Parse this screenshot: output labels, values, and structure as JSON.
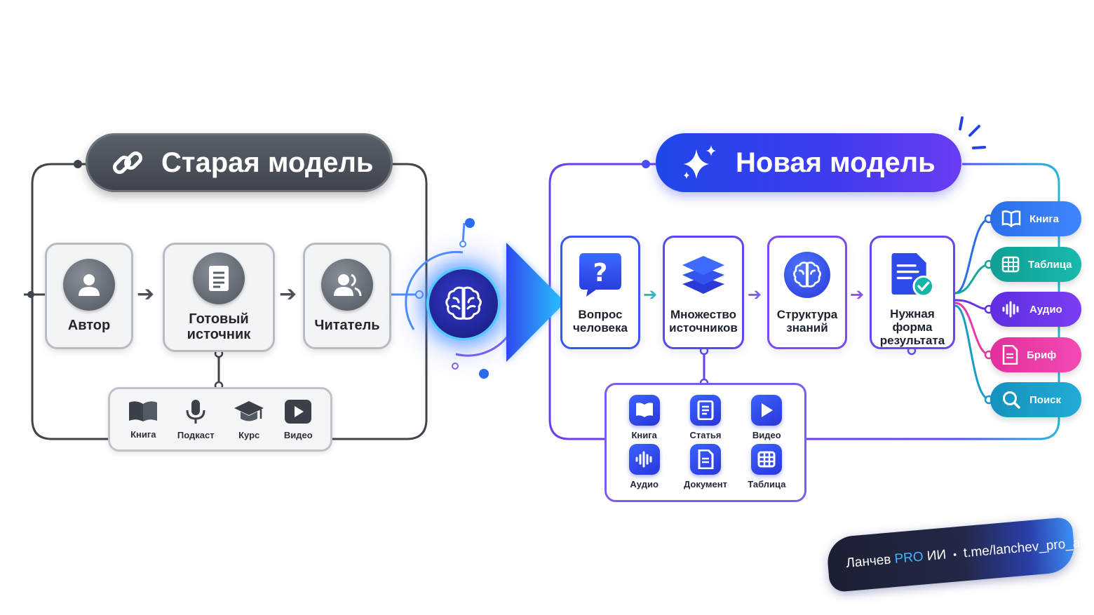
{
  "old_model": {
    "title": "Старая модель",
    "steps": [
      {
        "label": "Автор",
        "icon": "user-icon"
      },
      {
        "label": "Готовый источник",
        "icon": "document-icon"
      },
      {
        "label": "Читатель",
        "icon": "readers-icon"
      }
    ],
    "formats": [
      {
        "label": "Книга",
        "icon": "book-icon"
      },
      {
        "label": "Подкаст",
        "icon": "microphone-icon"
      },
      {
        "label": "Курс",
        "icon": "graduation-cap-icon"
      },
      {
        "label": "Видео",
        "icon": "play-icon"
      }
    ]
  },
  "new_model": {
    "title": "Новая модель",
    "steps": [
      {
        "label": "Вопрос человека",
        "icon": "question-icon"
      },
      {
        "label": "Множество источников",
        "icon": "layers-icon"
      },
      {
        "label": "Структура знаний",
        "icon": "brain-icon"
      },
      {
        "label": "Нужная форма результата",
        "icon": "document-check-icon"
      }
    ],
    "sources": [
      {
        "label": "Книга",
        "icon": "book-icon"
      },
      {
        "label": "Статья",
        "icon": "article-icon"
      },
      {
        "label": "Видео",
        "icon": "play-icon"
      },
      {
        "label": "Аудио",
        "icon": "audio-wave-icon"
      },
      {
        "label": "Документ",
        "icon": "document-icon"
      },
      {
        "label": "Таблица",
        "icon": "table-icon"
      }
    ],
    "outputs": [
      {
        "label": "Книга",
        "icon": "book-icon",
        "color": "#2a6fe8"
      },
      {
        "label": "Таблица",
        "icon": "table-icon",
        "color": "#13a89e"
      },
      {
        "label": "Аудио",
        "icon": "audio-wave-icon",
        "color": "#6a32e8"
      },
      {
        "label": "Бриф",
        "icon": "document-icon",
        "color": "#e93aa6"
      },
      {
        "label": "Поиск",
        "icon": "search-icon",
        "color": "#1b9cc8"
      }
    ]
  },
  "hub": {
    "icon": "brain-icon"
  },
  "brand": {
    "name_part1": "Ланчев",
    "name_pro": "PRO",
    "name_part2": "ИИ",
    "separator": "•",
    "link": "t.me/lanchev_pro_ai"
  },
  "colors": {
    "old_accent": "#4b5059",
    "new_blue": "#2a3ee8",
    "new_violet": "#7c4af0",
    "hub_glow": "#4aa8ff"
  }
}
